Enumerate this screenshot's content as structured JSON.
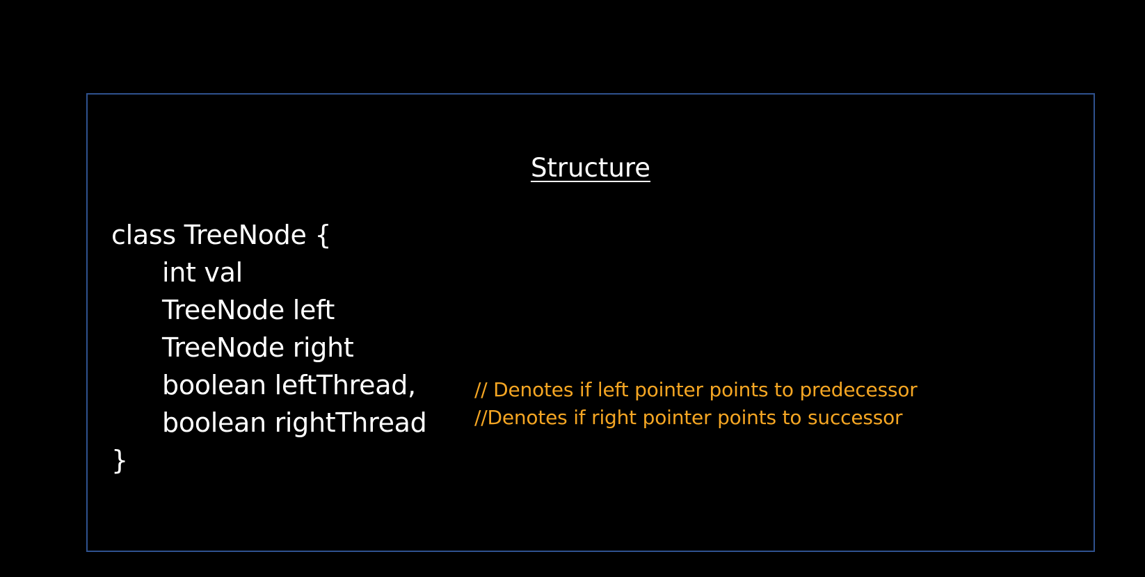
{
  "slide": {
    "title": "Structure",
    "code": {
      "class_open": "class TreeNode {",
      "fields": [
        "int val",
        "TreeNode left",
        "TreeNode right",
        "boolean leftThread,",
        "boolean rightThread"
      ],
      "class_close": "}"
    },
    "comments": [
      "// Denotes if left pointer points to predecessor",
      "//Denotes if right pointer points to successor"
    ]
  },
  "colors": {
    "background": "#000000",
    "border": "#2f528f",
    "text": "#ffffff",
    "comment": "#f5a623"
  }
}
